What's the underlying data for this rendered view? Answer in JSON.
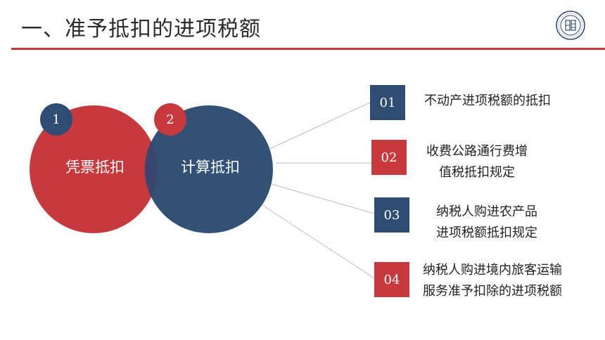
{
  "title": "一、准予抵扣的进项税额",
  "colors": {
    "red": "#c8393d",
    "blue": "#2f4d72",
    "rule": "#c8393d"
  },
  "logo": {
    "icon": "university-seal-icon"
  },
  "circles": [
    {
      "number": "1",
      "label": "凭票抵扣",
      "color": "#c8393d"
    },
    {
      "number": "2",
      "label": "计算抵扣",
      "color": "#2f4d72"
    }
  ],
  "items": [
    {
      "number": "01",
      "color": "#2f4d72",
      "lines": [
        "不动产进项税额的抵扣"
      ]
    },
    {
      "number": "02",
      "color": "#c8393d",
      "lines": [
        "收费公路通行费增",
        "值税抵扣规定"
      ]
    },
    {
      "number": "03",
      "color": "#2f4d72",
      "lines": [
        "纳税人购进农产品",
        "进项税额抵扣规定"
      ]
    },
    {
      "number": "04",
      "color": "#c8393d",
      "lines": [
        "纳税人购进境内旅客运输",
        "服务准予扣除的进项税额"
      ]
    }
  ]
}
